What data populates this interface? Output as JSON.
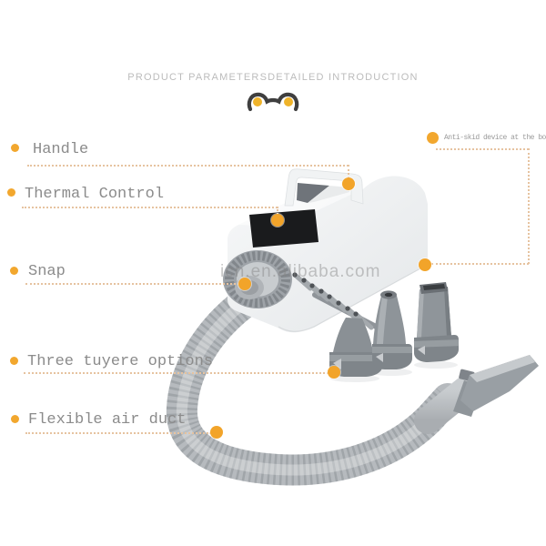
{
  "header": {
    "title": "PRODUCT PARAMETERSDETAILED INTRODUCTION",
    "divider_icon": "cat-ears-icon"
  },
  "watermark": {
    "text": "icn.en.alibaba.com"
  },
  "callouts": {
    "handle": {
      "label": "Handle"
    },
    "thermal_control": {
      "label": "Thermal Control"
    },
    "snap": {
      "label": "Snap"
    },
    "three_tuyere": {
      "label": "Three tuyere options"
    },
    "flexible_air_duct": {
      "label": "Flexible air duct"
    },
    "anti_skid": {
      "label": "Anti-skid device at the bottom"
    }
  },
  "product": {
    "alt": "Grey pet dryer: box body with top handle, black thermal control panel, ribbed snap hose connector, corrugated flexible air duct with flat tuyere on its end, comb attachment and three tuyere nozzles"
  },
  "colors": {
    "accent_orange": "#F2A42A",
    "leader_dotted": "#E6C3A0",
    "label_text": "#8B8B8B",
    "header_text": "#BCBCBC",
    "panel_black": "#1A1B1D",
    "body_grey": "#EDEFF1",
    "hose_grey": "#B6BABE",
    "nozzle_grey": "#8E9499"
  }
}
